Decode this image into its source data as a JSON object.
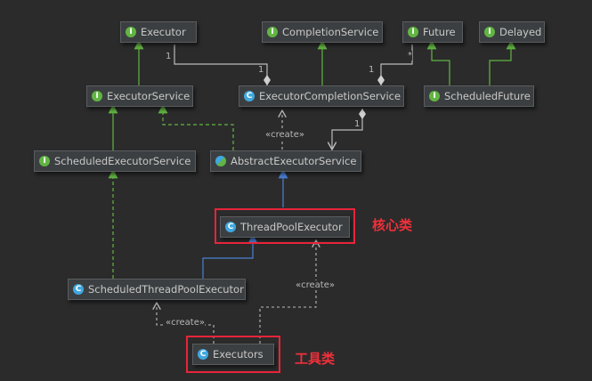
{
  "nodes": {
    "executor": {
      "label": "Executor",
      "kind": "interface"
    },
    "completion_service": {
      "label": "CompletionService",
      "kind": "interface"
    },
    "future": {
      "label": "Future",
      "kind": "interface"
    },
    "delayed": {
      "label": "Delayed",
      "kind": "interface"
    },
    "executor_service": {
      "label": "ExecutorService",
      "kind": "interface"
    },
    "executor_completion_service": {
      "label": "ExecutorCompletionService",
      "kind": "class"
    },
    "scheduled_future": {
      "label": "ScheduledFuture",
      "kind": "interface"
    },
    "scheduled_executor_service": {
      "label": "ScheduledExecutorService",
      "kind": "interface"
    },
    "abstract_executor_service": {
      "label": "AbstractExecutorService",
      "kind": "abstract"
    },
    "thread_pool_executor": {
      "label": "ThreadPoolExecutor",
      "kind": "class"
    },
    "scheduled_thread_pool_executor": {
      "label": "ScheduledThreadPoolExecutor",
      "kind": "class"
    },
    "executors": {
      "label": "Executors",
      "kind": "class"
    }
  },
  "badges": {
    "interface": "I",
    "class": "C"
  },
  "annotations": {
    "core_class": "核心类",
    "utility_class": "工具类"
  },
  "edge_labels": {
    "create": "«create»",
    "mult_1a": "1",
    "mult_1b": "1",
    "mult_star": "*",
    "mult_1c": "1",
    "mult_1d": "1"
  },
  "colors": {
    "background": "#2b2b2b",
    "realization": "#62b543",
    "inheritance": "#4a7fd4",
    "association": "#bbbbbb",
    "highlight": "#e8243a"
  }
}
